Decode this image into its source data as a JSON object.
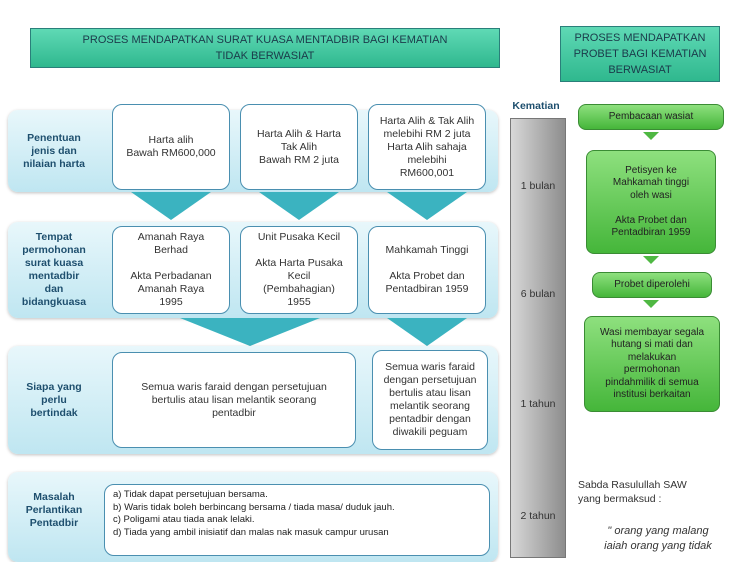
{
  "left_title": "PROSES MENDAPATKAN  SURAT KUASA MENTADBIR BAGI KEMATIAN\nTIDAK BERWASIAT",
  "right_title": "PROSES MENDAPATKAN\nPROBET BAGI KEMATIAN\nBERWASIAT",
  "rows": [
    {
      "label": "Penentuan\njenis dan\nnilaian harta",
      "cells": [
        "Harta alih\nBawah RM600,000",
        "Harta Alih & Harta\nTak Alih\nBawah RM 2 juta",
        "Harta Alih & Tak Alih\nmelebihi RM 2 juta\nHarta Alih sahaja\nmelebihi\nRM600,001"
      ]
    },
    {
      "label": "Tempat\npermohonan\nsurat kuasa\nmentadbir\ndan\nbidangkuasa",
      "cells": [
        "Amanah Raya\nBerhad\n\nAkta Perbadanan\nAmanah Raya\n1995",
        "Unit Pusaka Kecil\n\nAkta Harta Pusaka\nKecil\n(Pembahagian)\n1955",
        "Mahkamah Tinggi\n\nAkta Probet dan\nPentadbiran 1959"
      ]
    },
    {
      "label": "Siapa yang\nperlu\nbertindak",
      "cells": [
        "Semua waris faraid dengan persetujuan\nbertulis atau lisan melantik seorang\npentadbir",
        "Semua waris faraid\ndengan persetujuan\nbertulis atau lisan\nmelantik seorang\npentadbir dengan\ndiwakili peguam"
      ]
    },
    {
      "label": "Masalah\nPerlantikan\nPentadbir",
      "problems": [
        "a)   Tidak dapat persetujuan bersama.",
        "b)   Waris tidak boleh berbincang bersama / tiada masa/ duduk jauh.",
        "c)   Poligami atau tiada anak lelaki.",
        "d)   Tiada yang ambil inisiatif dan malas nak masuk campur urusan"
      ]
    }
  ],
  "timeline": {
    "header": "Kematian",
    "marks": [
      "1 bulan",
      "6 bulan",
      "1 tahun",
      "2 tahun"
    ]
  },
  "probate_steps": [
    "Pembacaan wasiat",
    "Petisyen ke\nMahkamah tinggi\noleh wasi\n\nAkta Probet dan\nPentadbiran 1959",
    "Probet diperolehi",
    "Wasi membayar segala\nhutang si mati dan\nmelakukan\npermohonan\npindahmilik di semua\ninstitusi berkaitan"
  ],
  "quote": {
    "intro": "Sabda Rasulullah SAW\nyang bermaksud :",
    "text": "\" orang yang malang\niaiah orang yang tidak"
  },
  "colors": {
    "title_green": "#3cc79e",
    "panel_blue": "#c9ebf4",
    "arrow_teal": "#3bb3c0",
    "probate_green": "#5cc84e"
  }
}
